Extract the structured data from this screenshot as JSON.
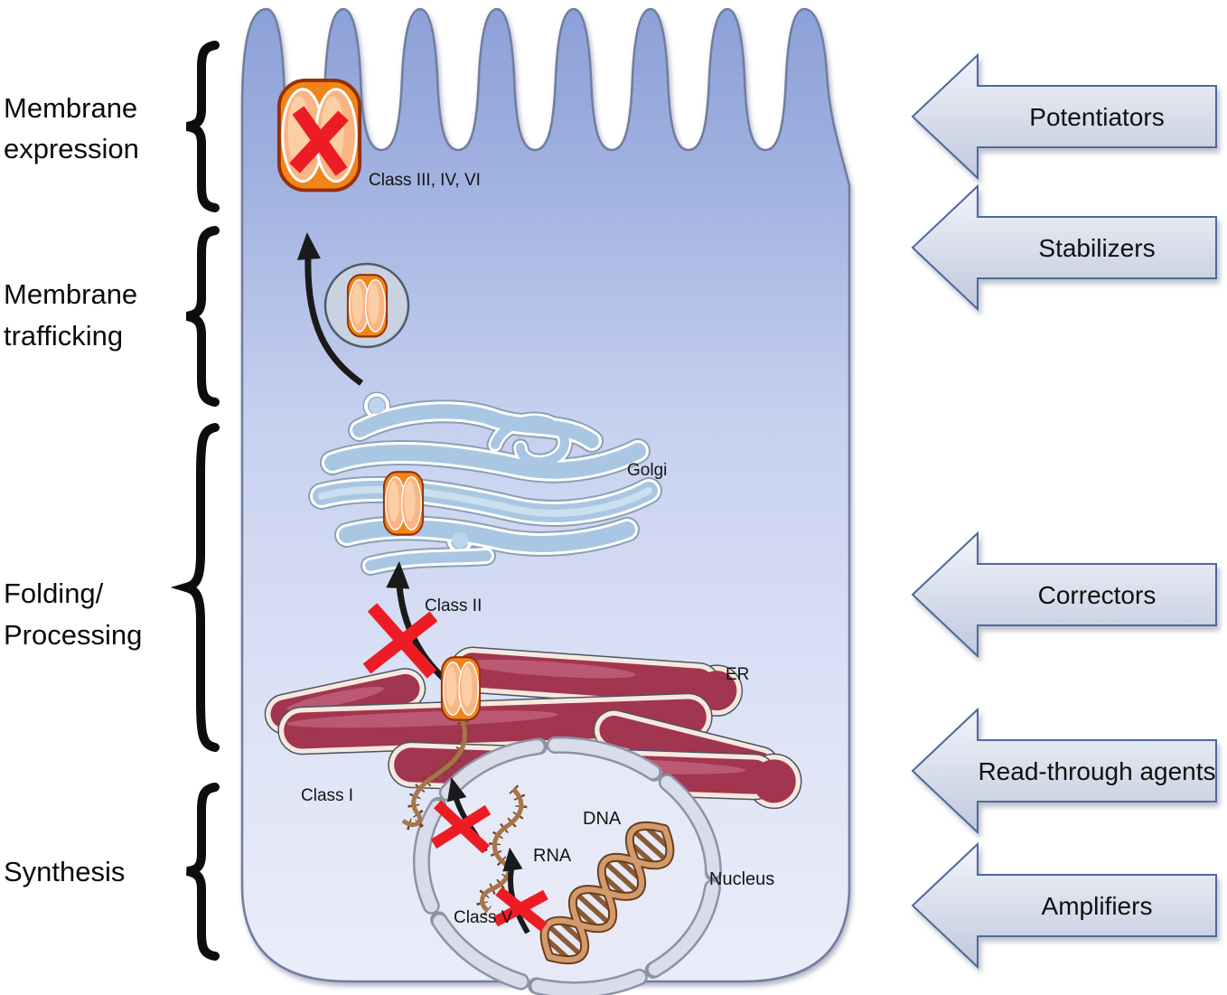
{
  "left_sections": [
    {
      "line1": "Membrane",
      "line2": "expression"
    },
    {
      "line1": "Membrane",
      "line2": "trafficking"
    },
    {
      "line1": "Folding/",
      "line2": "Processing"
    },
    {
      "line1": "Synthesis"
    }
  ],
  "therapy_arrows": [
    {
      "label": "Potentiators"
    },
    {
      "label": "Stabilizers"
    },
    {
      "label": "Correctors"
    },
    {
      "label": "Read-through agents"
    },
    {
      "label": "Amplifiers"
    }
  ],
  "cell_labels": {
    "membrane_classes": "Class III, IV, VI",
    "golgi": "Golgi",
    "class_ii": "Class II",
    "er": "ER",
    "class_i": "Class I",
    "dna": "DNA",
    "rna": "RNA",
    "class_v": "Class V",
    "nucleus": "Nucleus"
  },
  "colors": {
    "cell_blue_top": "#8ca1d8",
    "cell_blue_bottom": "#eaedf9",
    "cell_border": "#6f7d9e",
    "arrow_fill_light": "#f2f4fa",
    "arrow_fill_dark": "#bfc8dd",
    "arrow_border": "#4c6a9c",
    "channel_body": "#f28419",
    "channel_lobe": "#f9b584",
    "cross_red": "#ed1c24",
    "black_arrow": "#1a1a1a",
    "er_maroon": "#a23550",
    "er_outline_cream": "#f6e9de",
    "golgi_blue": "#a9c7e3",
    "vesicle_fill": "#c9d2e1",
    "nucleus_envelope": "#d9ddea",
    "dna_tan": "#d39a6b",
    "rna_brown": "#a8744a",
    "text_black": "#0b0b0b"
  }
}
